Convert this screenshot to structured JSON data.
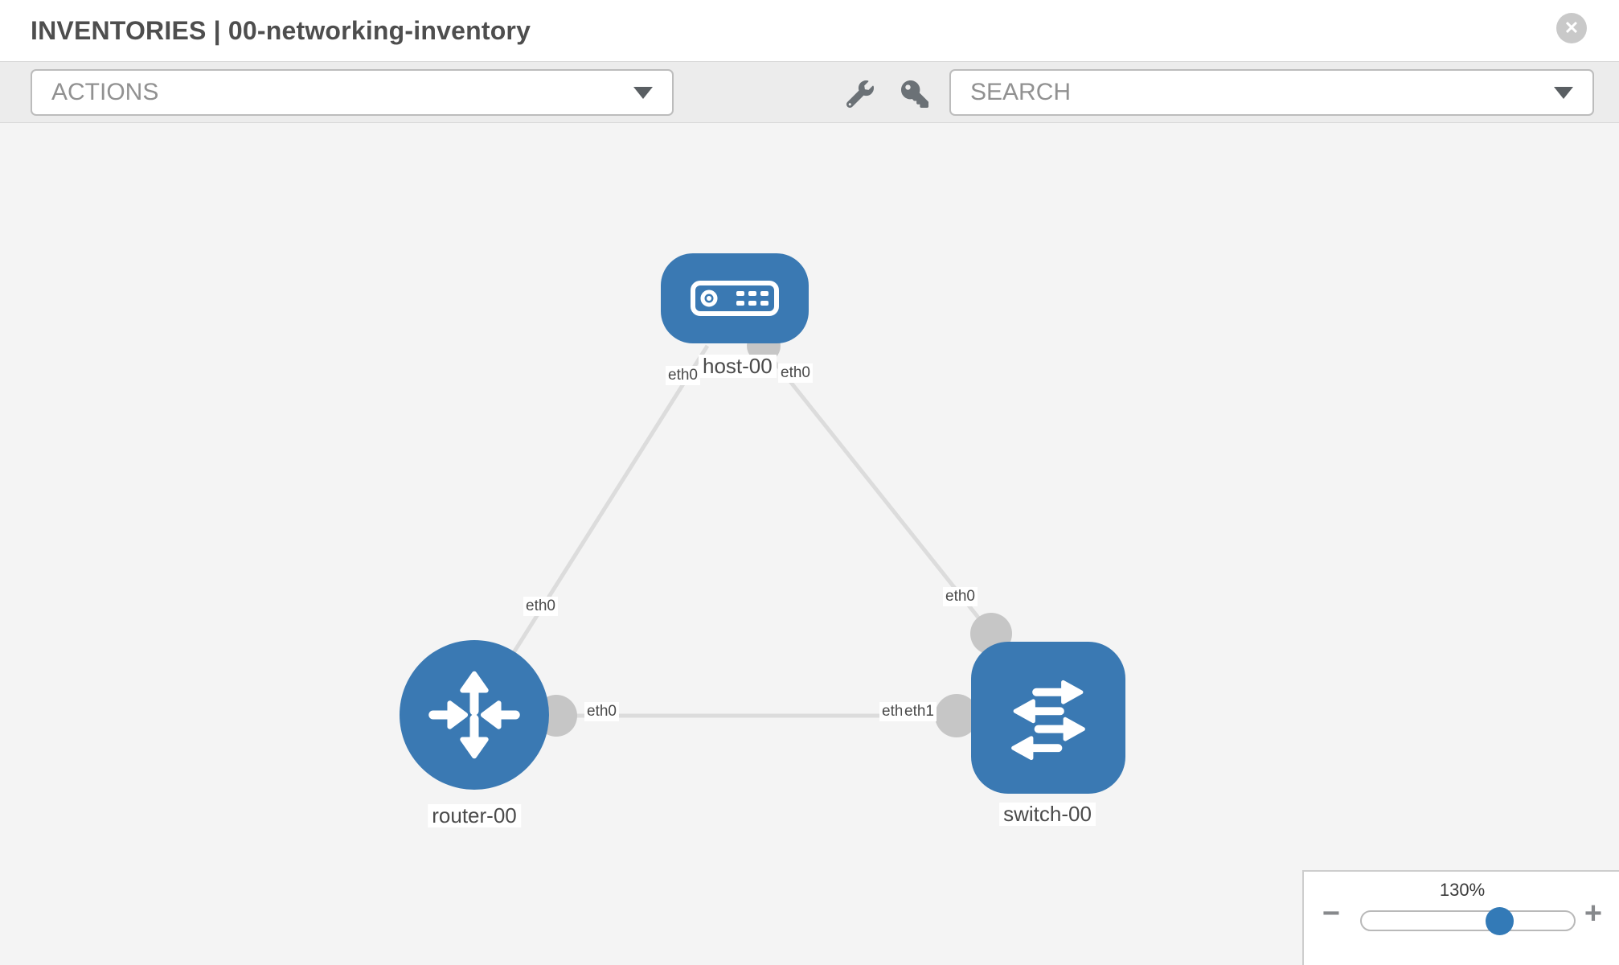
{
  "header": {
    "title": "INVENTORIES | 00-networking-inventory",
    "close_icon": "✕"
  },
  "toolbar": {
    "actions_placeholder": "ACTIONS",
    "search_placeholder": "SEARCH",
    "icons": [
      "wrench-icon",
      "key-icon"
    ]
  },
  "topology": {
    "nodes": [
      {
        "id": "host-00",
        "type": "host",
        "label": "host-00"
      },
      {
        "id": "router-00",
        "type": "router",
        "label": "router-00"
      },
      {
        "id": "switch-00",
        "type": "switch",
        "label": "switch-00"
      }
    ],
    "links": [
      {
        "from": "router-00",
        "to": "host-00",
        "from_label": "eth0",
        "to_label": "eth0"
      },
      {
        "from": "host-00",
        "to": "switch-00",
        "from_label": "eth0",
        "to_label": "eth0"
      },
      {
        "from": "router-00",
        "to": "switch-00",
        "from_label": "eth0",
        "to_label": "eth1",
        "to_label_behind": "eth0"
      }
    ]
  },
  "zoom_control": {
    "value": "130%",
    "zoom_out": "−",
    "zoom_in": "+"
  },
  "colors": {
    "node_blue": "#3a79b3",
    "port_gray": "#c6c6c6",
    "link_gray": "#dcdcdc",
    "slider_thumb": "#337ab7"
  }
}
